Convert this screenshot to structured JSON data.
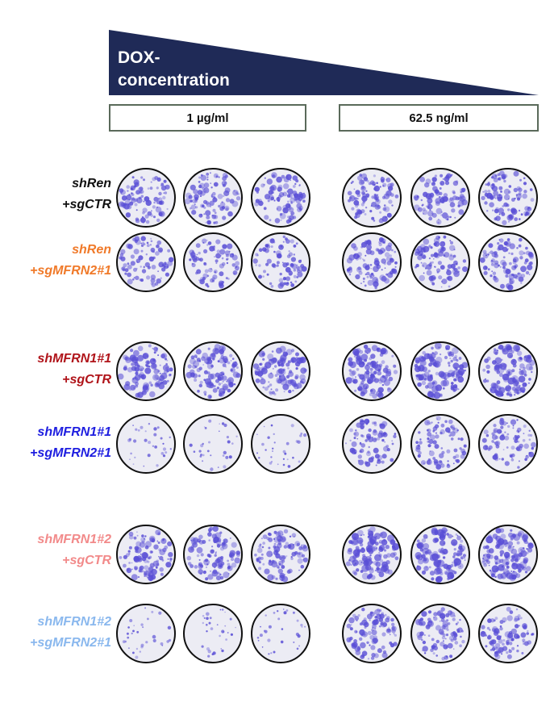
{
  "header": {
    "line1": "DOX-",
    "line2": "concentration",
    "triangle_color": "#1f2a57"
  },
  "concentrations": {
    "left": "1 µg/ml",
    "right": "62.5 ng/ml"
  },
  "rows": [
    {
      "line1": "shRen",
      "line2": "+sgCTR",
      "color": "#111111",
      "density": [
        0.55,
        0.55
      ]
    },
    {
      "line1": "shRen",
      "line2": "+sgMFRN2#1",
      "color": "#f07a2a",
      "density": [
        0.45,
        0.55
      ]
    },
    {
      "line1": "shMFRN1#1",
      "line2": "+sgCTR",
      "color": "#b0141a",
      "density": [
        0.65,
        0.7
      ]
    },
    {
      "line1": "shMFRN1#1",
      "line2": "+sgMFRN2#1",
      "color": "#1e1ee0",
      "density": [
        0.08,
        0.45
      ]
    },
    {
      "line1": "shMFRN1#2",
      "line2": "+sgCTR",
      "color": "#f28a8a",
      "density": [
        0.6,
        0.75
      ]
    },
    {
      "line1": "shMFRN1#2",
      "line2": "+sgMFRN2#1",
      "color": "#8ab8ee",
      "density": [
        0.08,
        0.55
      ]
    }
  ],
  "plate_color": "#5a4fd6"
}
